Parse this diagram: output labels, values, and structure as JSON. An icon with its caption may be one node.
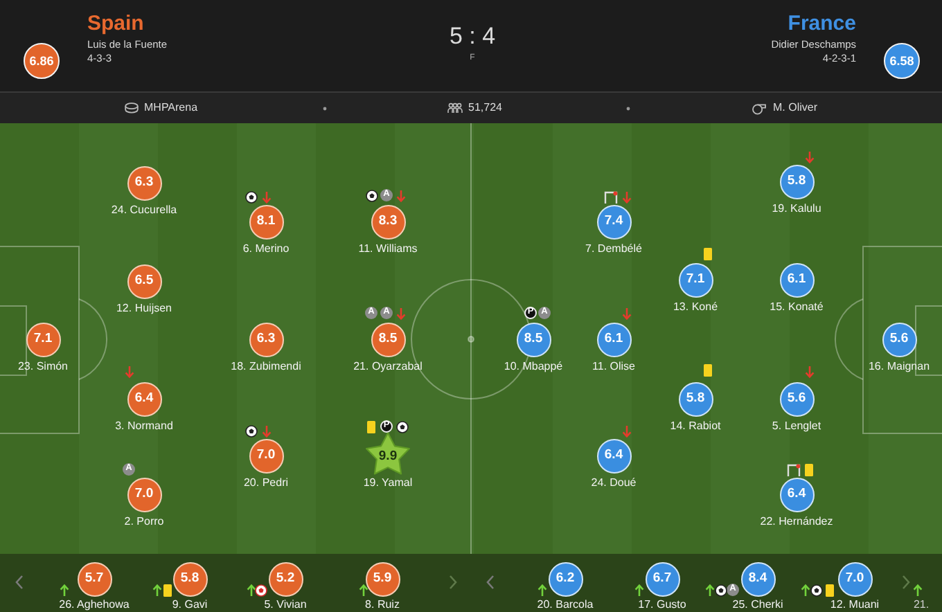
{
  "diagram": {
    "nodes": [
      {
        "text": [
          "6.86"
        ]
      },
      {
        "text": [
          "6.58"
        ]
      },
      {
        "text": [
          "6.3"
        ],
        "beside": [
          "24. Cucurella"
        ]
      },
      {
        "text": [
          "8.1"
        ],
        "beside": [
          "6. Merino"
        ]
      },
      {
        "text": [
          "8.3"
        ],
        "beside": [
          "A",
          "11. Williams"
        ]
      },
      {
        "text": [
          "6.5"
        ],
        "beside": [
          "12. Huijsen"
        ]
      },
      {
        "text": [
          "7.1"
        ],
        "beside": [
          "23. Simón"
        ]
      },
      {
        "text": [
          "6.3"
        ],
        "beside": [
          "18. Zubimendi"
        ]
      },
      {
        "text": [
          "8.5"
        ],
        "beside": [
          "A",
          "A",
          "21. Oyarzabal"
        ]
      },
      {
        "text": [
          "6.4"
        ],
        "beside": [
          "3. Normand"
        ]
      },
      {
        "text": [
          "7.0"
        ],
        "beside": [
          "20. Pedri"
        ]
      },
      {
        "text": [
          "9.9"
        ],
        "beside": [
          "P",
          "19. Yamal"
        ]
      },
      {
        "text": [
          "7.0"
        ],
        "beside": [
          "A",
          "2. Porro"
        ]
      },
      {
        "text": [
          "5.8"
        ],
        "beside": [
          "19. Kalulu"
        ]
      },
      {
        "text": [
          "7.4"
        ],
        "beside": [
          "7. Dembélé"
        ]
      },
      {
        "text": [
          "7.1"
        ],
        "beside": [
          "13. Koné"
        ]
      },
      {
        "text": [
          "6.1"
        ],
        "beside": [
          "15. Konaté"
        ]
      },
      {
        "text": [
          "8.5"
        ],
        "beside": [
          "P",
          "A",
          "10. Mbappé"
        ]
      },
      {
        "text": [
          "6.1"
        ],
        "beside": [
          "11. Olise"
        ]
      },
      {
        "text": [
          "5.6"
        ],
        "beside": [
          "16. Maignan"
        ]
      },
      {
        "text": [
          "5.8"
        ],
        "beside": [
          "14. Rabiot"
        ]
      },
      {
        "text": [
          "5.6"
        ],
        "beside": [
          "5. Lenglet"
        ]
      },
      {
        "text": [
          "6.4"
        ],
        "beside": [
          "24. Doué"
        ]
      },
      {
        "text": [
          "6.4"
        ],
        "beside": [
          "22. Hernández"
        ]
      },
      {
        "text": [
          "5.7"
        ],
        "beside": [
          "26. Aghehowa"
        ]
      },
      {
        "text": [
          "5.8"
        ],
        "beside": [
          "9. Gavi"
        ]
      },
      {
        "text": [
          "5.2"
        ],
        "beside": [
          "5. Vivian"
        ]
      },
      {
        "text": [
          "5.9"
        ],
        "beside": [
          "8. Ruiz"
        ]
      },
      {
        "text": [
          "6.2"
        ],
        "beside": [
          "20. Barcola"
        ]
      },
      {
        "text": [
          "6.7"
        ],
        "beside": [
          "17. Gusto"
        ]
      },
      {
        "text": [
          "8.4"
        ],
        "beside": [
          "A",
          "25. Cherki"
        ]
      },
      {
        "text": [
          "7.0"
        ],
        "beside": [
          "12. Muani"
        ]
      }
    ],
    "labels": [
      "Spain",
      "Luis de la Fuente",
      "4-3-3",
      "5 : 4",
      "F",
      "France",
      "Didier Deschamps",
      "4-2-3-1",
      "MHPArena",
      "51,724",
      "M. Oliver",
      "21."
    ]
  }
}
